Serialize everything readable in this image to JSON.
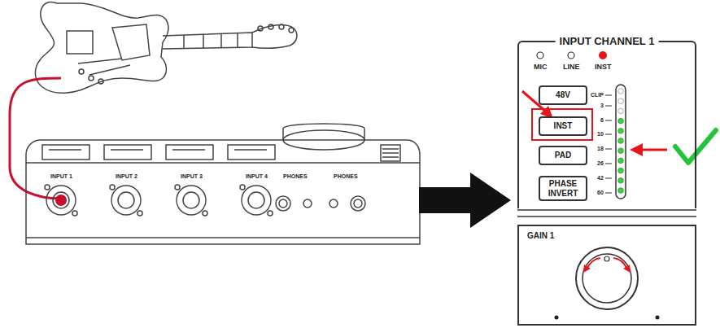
{
  "diagram": {
    "nodes": [
      {
        "text": [
          "INPUT CHANNEL 1"
        ]
      },
      {
        "text": [
          "48V"
        ],
        "in": 0
      },
      {
        "text": [
          "INST"
        ],
        "in": 0
      },
      {
        "text": [
          "PAD"
        ],
        "in": 0
      },
      {
        "text": [
          "PHASE INVERT"
        ],
        "in": 0
      },
      {
        "text": [
          "GAIN 1"
        ]
      }
    ],
    "labels": [
      "MIC",
      "LINE",
      "INST",
      "CLIP",
      "3",
      "6",
      "10",
      "18",
      "26",
      "42",
      "60",
      "INPUT 1",
      "INPUT 2",
      "INPUT 3",
      "INPUT 4",
      "PHONES",
      "PHONES"
    ]
  }
}
